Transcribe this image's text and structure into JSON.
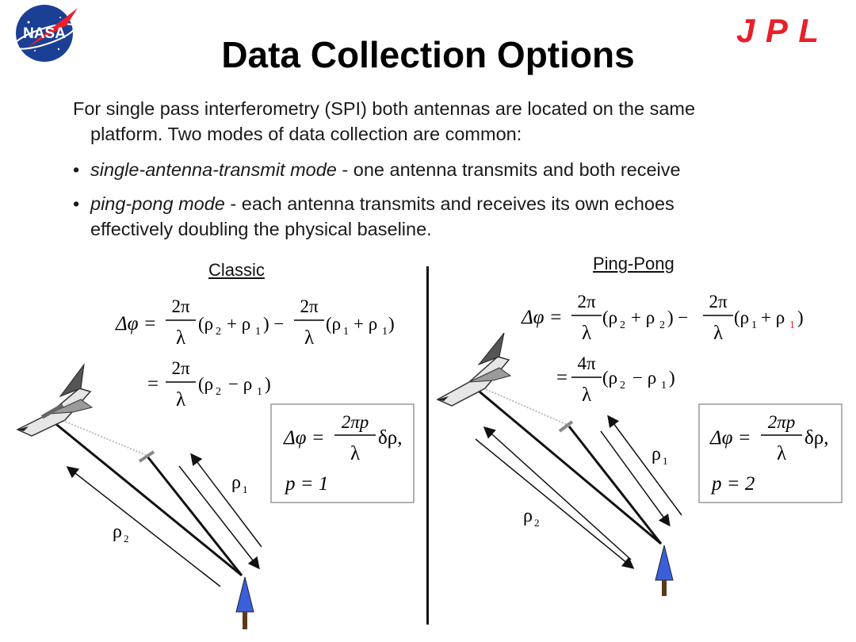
{
  "header": {
    "title": "Data Collection Options",
    "nasa_logo_text": "NASA",
    "jpl_logo_text": "JPL"
  },
  "intro": {
    "line1": "For single pass interferometry (SPI) both antennas are located on the same",
    "line2": "platform. Two modes of data collection are common:"
  },
  "bullets": [
    {
      "term": "single-antenna-transmit mode",
      "rest": " - one antenna transmits and both receive"
    },
    {
      "term": "ping-pong mode",
      "rest": " - each antenna transmits and receives its own echoes",
      "line2": "effectively doubling the physical baseline."
    }
  ],
  "panels": {
    "classic": {
      "heading": "Classic",
      "eq1_lhs": "Δφ =",
      "two_pi": "2π",
      "lambda": "λ",
      "rho2": "ρ₂",
      "rho1": "ρ₁",
      "box_lhs": "Δφ =",
      "box_num": "2πp",
      "box_rest": "δρ,",
      "box_p": "p = 1",
      "label_rho1": "ρ",
      "label_rho2": "ρ",
      "sub1": "1",
      "sub2": "2"
    },
    "pingpong": {
      "heading": "Ping-Pong",
      "eq1_lhs": "Δφ =",
      "two_pi": "2π",
      "four_pi": "4π",
      "lambda": "λ",
      "box_lhs": "Δφ =",
      "box_num": "2πp",
      "box_rest": "δρ,",
      "box_p": "p = 2",
      "label_rho1": "ρ",
      "label_rho2": "ρ",
      "sub1": "1",
      "sub2": "2"
    }
  },
  "colors": {
    "jpl_red": "#e8202a",
    "nasa_blue": "#1b3f95",
    "antenna_blue": "#3a5fd8",
    "divider": "#111111"
  }
}
